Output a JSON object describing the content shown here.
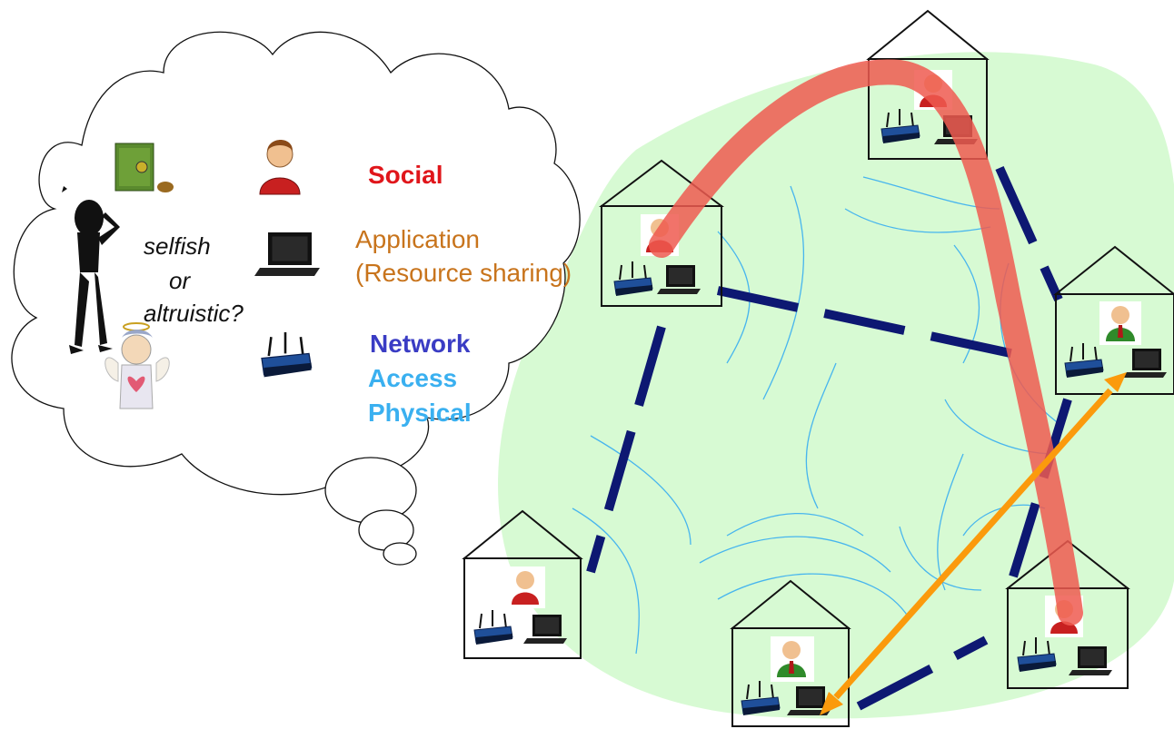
{
  "labels": {
    "social": "Social",
    "application": "Application",
    "resource_sharing": "(Resource sharing)",
    "network": "Network",
    "access": "Access",
    "physical": "Physical",
    "selfish": "selfish",
    "or": "or",
    "altruistic": "altruistic?"
  },
  "colors": {
    "social": "#e0161b",
    "application": "#c8741c",
    "network": "#3a3cc4",
    "access": "#3ab0f0",
    "physical": "#3ab0f0",
    "question": "#111111",
    "region_fill": "#d7fad3",
    "dashed_link": "#0d1872",
    "wireless_curve": "#47b5ee",
    "social_path": "#ee5a50",
    "app_arrow": "#fb9a0c"
  },
  "icons": {
    "thinker": "thinking-person-icon",
    "angel": "angel-icon",
    "safe": "safe-icon",
    "user": "user-icon",
    "laptop": "laptop-icon",
    "router": "wireless-router-icon",
    "house": "house-icon"
  },
  "houses": [
    {
      "id": "top",
      "user": "red"
    },
    {
      "id": "left",
      "user": "red"
    },
    {
      "id": "right",
      "user": "green"
    },
    {
      "id": "bottom-left",
      "user": "red"
    },
    {
      "id": "bottom-center",
      "user": "green"
    },
    {
      "id": "bottom-right",
      "user": "red"
    }
  ]
}
